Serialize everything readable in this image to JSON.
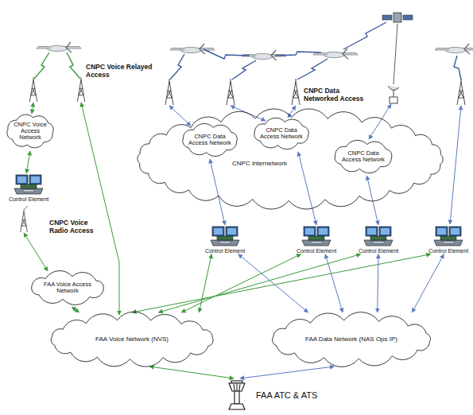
{
  "diagram": {
    "nodes": [
      {
        "text": [
          "CNPC Voice Access Network"
        ]
      },
      {
        "text": [
          "CNPC Internetwork"
        ]
      },
      {
        "text": [
          "CNPC Data Access Network"
        ],
        "in": 1
      },
      {
        "text": [
          "CNPC Data Access Network"
        ],
        "in": 1
      },
      {
        "text": [
          "CNPC Data Access Network"
        ],
        "in": 1
      },
      {
        "text": [
          "Control Element"
        ]
      },
      {
        "text": [
          "Control Element"
        ]
      },
      {
        "text": [
          "Control Element"
        ]
      },
      {
        "text": [
          "Control Element"
        ]
      },
      {
        "text": [
          "Control Element"
        ]
      },
      {
        "text": [
          "FAA Voice Access Network"
        ]
      },
      {
        "text": [
          "FAA Voice Network (NVS)"
        ]
      },
      {
        "text": [
          "FAA Data Network (NAS Ops IP)"
        ]
      },
      {
        "text": [
          "FAA ATC & ATS"
        ]
      }
    ],
    "edges": [
      {
        "from": 0,
        "to": 5,
        "arrow": "both"
      },
      {
        "from": 10,
        "to": 11,
        "arrow": "both"
      },
      {
        "from": 2,
        "to": 6,
        "arrow": "both"
      },
      {
        "from": 3,
        "to": 7,
        "arrow": "both"
      },
      {
        "from": 4,
        "to": 8,
        "arrow": "both"
      },
      {
        "from": 6,
        "to": 11,
        "arrow": "both"
      },
      {
        "from": 7,
        "to": 11,
        "arrow": "both"
      },
      {
        "from": 8,
        "to": 11,
        "arrow": "both"
      },
      {
        "from": 9,
        "to": 11,
        "arrow": "both"
      },
      {
        "from": 6,
        "to": 12,
        "arrow": "both"
      },
      {
        "from": 7,
        "to": 12,
        "arrow": "both"
      },
      {
        "from": 8,
        "to": 12,
        "arrow": "both"
      },
      {
        "from": 9,
        "to": 12,
        "arrow": "both"
      },
      {
        "from": 11,
        "to": 13,
        "arrow": "both"
      },
      {
        "from": 12,
        "to": 13,
        "arrow": "both"
      }
    ],
    "labels": [
      "CNPC Voice Relayed Access",
      "CNPC Voice Radio Access",
      "CNPC Data Networked Access"
    ]
  }
}
